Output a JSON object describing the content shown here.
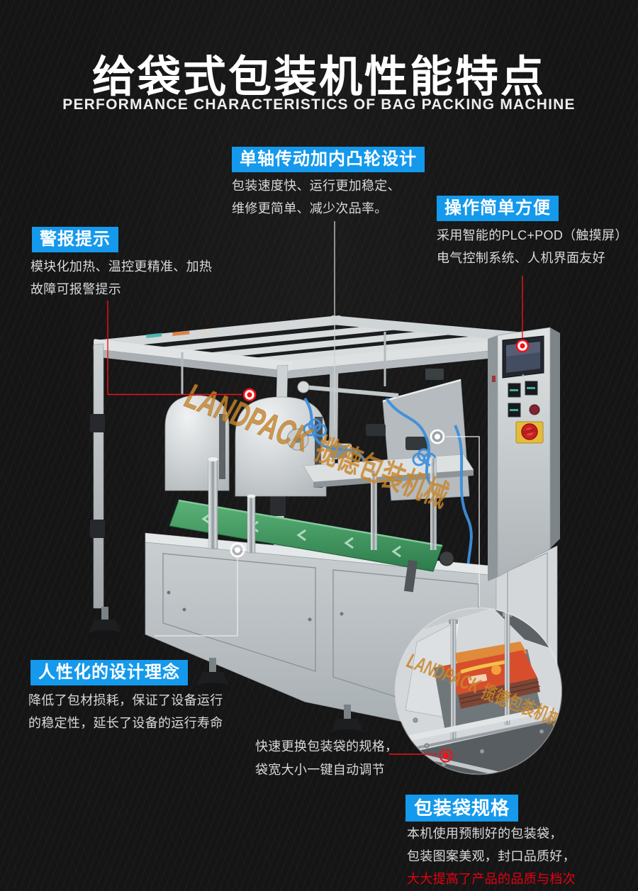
{
  "header": {
    "title_cn": "给袋式包装机性能特点",
    "title_en": "PERFORMANCE CHARACTERISTICS OF BAG PACKING MACHINE"
  },
  "colors": {
    "label_blue": "#1499EC",
    "accent_red": "#E60012",
    "watermark_orange": "#C8862C",
    "conveyor_green": "#3F9E62"
  },
  "features": {
    "cam": {
      "label": "单轴传动加内凸轮设计",
      "line1": "包装速度快、运行更加稳定、",
      "line2": "维修更简单、减少次品率。"
    },
    "operation": {
      "label": "操作简单方便",
      "line1": "采用智能的PLC+POD（触摸屏）",
      "line2": "电气控制系统、人机界面友好"
    },
    "alarm": {
      "label": "警报提示",
      "line1": "模块化加热、温控更精准、加热",
      "line2": "故障可报警提示"
    },
    "humanized": {
      "label": "人性化的设计理念",
      "line1": "降低了包材损耗，保证了设备运行",
      "line2": "的稳定性，延长了设备的运行寿命"
    },
    "bag_change": {
      "line1": "快速更换包装袋的规格，",
      "line2": "袋宽大小一键自动调节"
    },
    "bag_spec": {
      "label": "包装袋规格",
      "line1": "本机使用预制好的包装袋，",
      "line2": "包装图案美观，封口品质好，",
      "line3": "大大提高了产品的品质与档次"
    }
  },
  "watermark": {
    "brand": "LANDPACK",
    "company": "揽德包装机械"
  }
}
